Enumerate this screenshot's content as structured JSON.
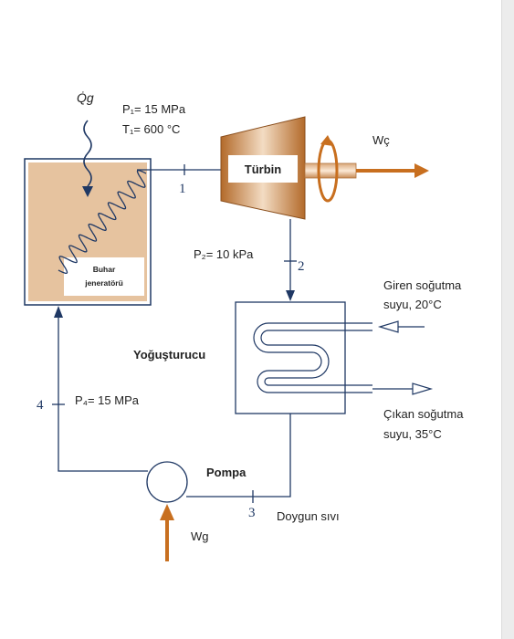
{
  "heat_input": {
    "symbol": "Q̇g",
    "pressure": "P₁= 15 MPa",
    "temperature": "T₁= 600 °C"
  },
  "steam_generator": {
    "line1": "Buhar",
    "line2": "jeneratörü"
  },
  "turbine": {
    "label": "Türbin",
    "work": "Wç"
  },
  "state_labels": {
    "s1": "1",
    "s2": "2",
    "s3": "3",
    "s4": "4"
  },
  "p2": "P₂= 10 kPa",
  "condenser": {
    "label": "Yoğuşturucu",
    "cooling_in_1": "Giren soğutma",
    "cooling_in_2": "suyu, 20°C",
    "cooling_out_1": "Çıkan soğutma",
    "cooling_out_2": "suyu, 35°C"
  },
  "p4": "P₄= 15 MPa",
  "pump": {
    "label": "Pompa",
    "work": "Wg"
  },
  "saturated_liquid": "Doygun sıvı",
  "colors": {
    "line": "#1f3864",
    "accent": "#c86f1f",
    "fill": "#e6c39f"
  }
}
